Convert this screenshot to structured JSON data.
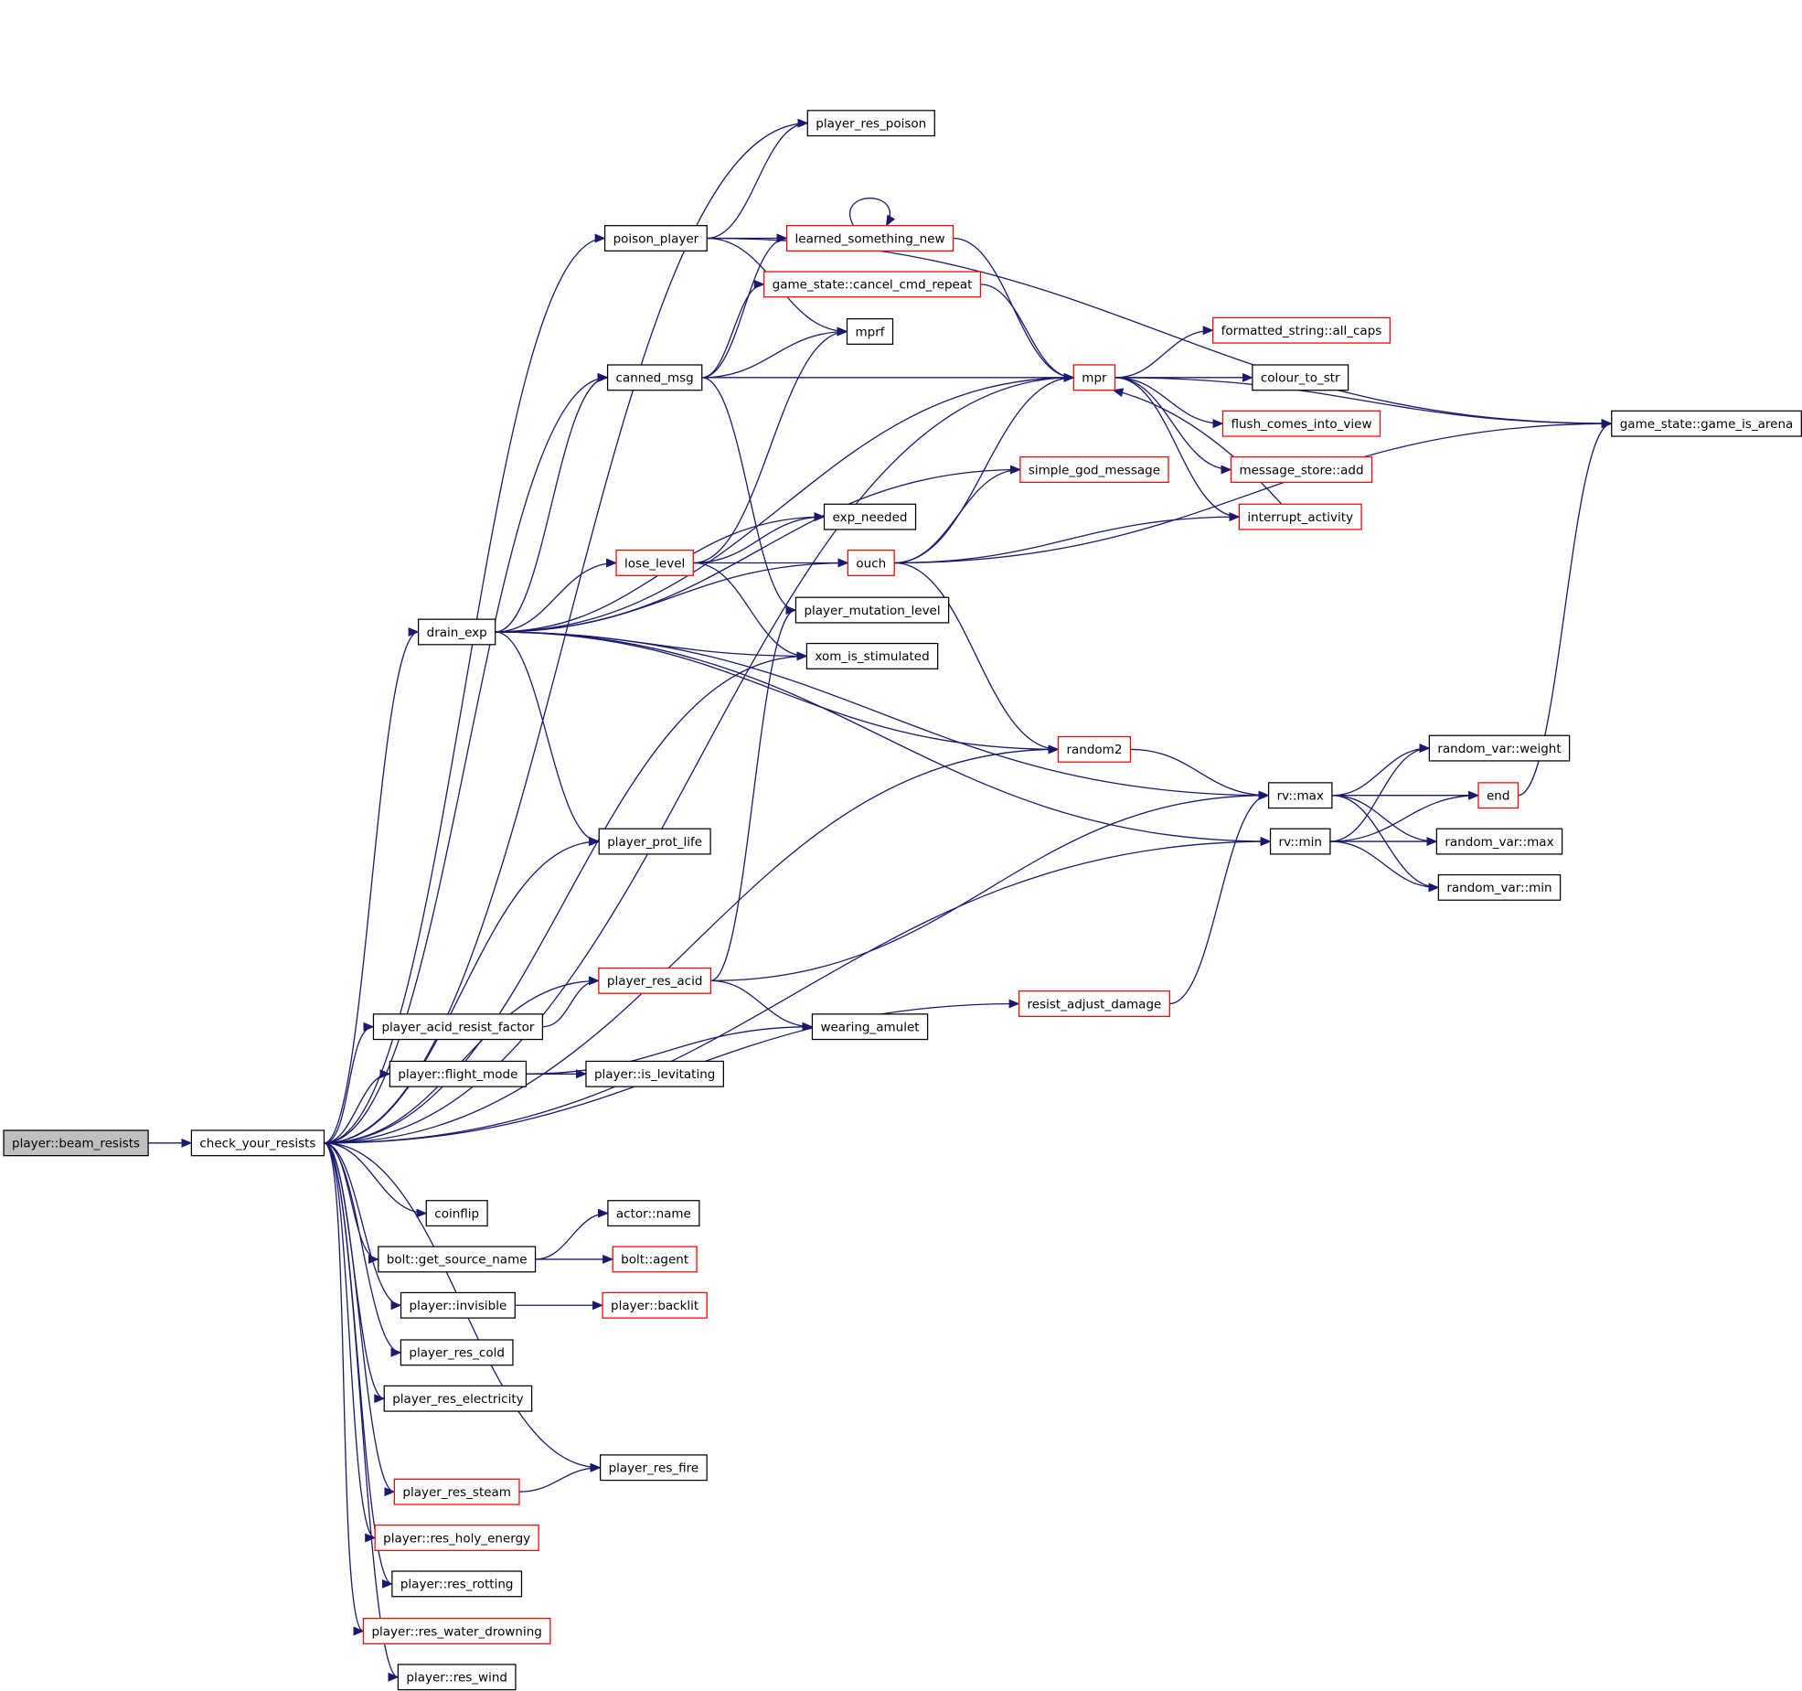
{
  "graph": {
    "type": "call-graph",
    "colors": {
      "edge": "#191970",
      "node_border": "#000000",
      "truncated_node_border": "#ff0000",
      "root_fill": "#bfbfbf",
      "node_fill": "#ffffff"
    },
    "nodes": [
      {
        "id": "beam_resists",
        "label": "player::beam_resists",
        "root": true,
        "truncated": false
      },
      {
        "id": "check_your_resists",
        "label": "check_your_resists",
        "truncated": false
      },
      {
        "id": "player_res_poison",
        "label": "player_res_poison",
        "truncated": false
      },
      {
        "id": "poison_player",
        "label": "poison_player",
        "truncated": false
      },
      {
        "id": "learned_something_new",
        "label": "learned_something_new",
        "truncated": true
      },
      {
        "id": "cancel_cmd_repeat",
        "label": "game_state::cancel_cmd_repeat",
        "truncated": true
      },
      {
        "id": "mprf",
        "label": "mprf",
        "truncated": false
      },
      {
        "id": "canned_msg",
        "label": "canned_msg",
        "truncated": false
      },
      {
        "id": "mpr",
        "label": "mpr",
        "truncated": true
      },
      {
        "id": "all_caps",
        "label": "formatted_string::all_caps",
        "truncated": true
      },
      {
        "id": "colour_to_str",
        "label": "colour_to_str",
        "truncated": false
      },
      {
        "id": "flush_comes_into_view",
        "label": "flush_comes_into_view",
        "truncated": true
      },
      {
        "id": "message_store_add",
        "label": "message_store::add",
        "truncated": true
      },
      {
        "id": "game_is_arena",
        "label": "game_state::game_is_arena",
        "truncated": false
      },
      {
        "id": "simple_god_message",
        "label": "simple_god_message",
        "truncated": true
      },
      {
        "id": "exp_needed",
        "label": "exp_needed",
        "truncated": false
      },
      {
        "id": "interrupt_activity",
        "label": "interrupt_activity",
        "truncated": true
      },
      {
        "id": "lose_level",
        "label": "lose_level",
        "truncated": true
      },
      {
        "id": "ouch",
        "label": "ouch",
        "truncated": true
      },
      {
        "id": "drain_exp",
        "label": "drain_exp",
        "truncated": false
      },
      {
        "id": "player_mutation_level",
        "label": "player_mutation_level",
        "truncated": false
      },
      {
        "id": "xom_is_stimulated",
        "label": "xom_is_stimulated",
        "truncated": false
      },
      {
        "id": "random2",
        "label": "random2",
        "truncated": true
      },
      {
        "id": "random_var_weight",
        "label": "random_var::weight",
        "truncated": false
      },
      {
        "id": "rv_max",
        "label": "rv::max",
        "truncated": false
      },
      {
        "id": "end",
        "label": "end",
        "truncated": true
      },
      {
        "id": "player_prot_life",
        "label": "player_prot_life",
        "truncated": false
      },
      {
        "id": "rv_min",
        "label": "rv::min",
        "truncated": false
      },
      {
        "id": "random_var_max",
        "label": "random_var::max",
        "truncated": false
      },
      {
        "id": "random_var_min",
        "label": "random_var::min",
        "truncated": false
      },
      {
        "id": "player_res_acid",
        "label": "player_res_acid",
        "truncated": true
      },
      {
        "id": "resist_adjust_damage",
        "label": "resist_adjust_damage",
        "truncated": true
      },
      {
        "id": "player_acid_resist_factor",
        "label": "player_acid_resist_factor",
        "truncated": false
      },
      {
        "id": "wearing_amulet",
        "label": "wearing_amulet",
        "truncated": false
      },
      {
        "id": "flight_mode",
        "label": "player::flight_mode",
        "truncated": false
      },
      {
        "id": "is_levitating",
        "label": "player::is_levitating",
        "truncated": false
      },
      {
        "id": "coinflip",
        "label": "coinflip",
        "truncated": false
      },
      {
        "id": "actor_name",
        "label": "actor::name",
        "truncated": false
      },
      {
        "id": "get_source_name",
        "label": "bolt::get_source_name",
        "truncated": false
      },
      {
        "id": "bolt_agent",
        "label": "bolt::agent",
        "truncated": true
      },
      {
        "id": "invisible",
        "label": "player::invisible",
        "truncated": false
      },
      {
        "id": "backlit",
        "label": "player::backlit",
        "truncated": true
      },
      {
        "id": "player_res_cold",
        "label": "player_res_cold",
        "truncated": false
      },
      {
        "id": "player_res_electricity",
        "label": "player_res_electricity",
        "truncated": false
      },
      {
        "id": "player_res_fire",
        "label": "player_res_fire",
        "truncated": false
      },
      {
        "id": "player_res_steam",
        "label": "player_res_steam",
        "truncated": true
      },
      {
        "id": "res_holy_energy",
        "label": "player::res_holy_energy",
        "truncated": true
      },
      {
        "id": "res_rotting",
        "label": "player::res_rotting",
        "truncated": false
      },
      {
        "id": "res_water_drowning",
        "label": "player::res_water_drowning",
        "truncated": true
      },
      {
        "id": "res_wind",
        "label": "player::res_wind",
        "truncated": false
      }
    ],
    "edges": [
      [
        "beam_resists",
        "check_your_resists"
      ],
      [
        "check_your_resists",
        "player_res_poison"
      ],
      [
        "check_your_resists",
        "poison_player"
      ],
      [
        "check_your_resists",
        "mpr"
      ],
      [
        "check_your_resists",
        "canned_msg"
      ],
      [
        "check_your_resists",
        "drain_exp"
      ],
      [
        "check_your_resists",
        "player_prot_life"
      ],
      [
        "check_your_resists",
        "xom_is_stimulated"
      ],
      [
        "check_your_resists",
        "random2"
      ],
      [
        "check_your_resists",
        "player_res_acid"
      ],
      [
        "check_your_resists",
        "player_acid_resist_factor"
      ],
      [
        "check_your_resists",
        "flight_mode"
      ],
      [
        "check_your_resists",
        "resist_adjust_damage"
      ],
      [
        "check_your_resists",
        "rv_min"
      ],
      [
        "check_your_resists",
        "coinflip"
      ],
      [
        "check_your_resists",
        "get_source_name"
      ],
      [
        "check_your_resists",
        "invisible"
      ],
      [
        "check_your_resists",
        "player_res_cold"
      ],
      [
        "check_your_resists",
        "player_res_electricity"
      ],
      [
        "check_your_resists",
        "player_res_fire"
      ],
      [
        "check_your_resists",
        "player_res_steam"
      ],
      [
        "check_your_resists",
        "res_holy_energy"
      ],
      [
        "check_your_resists",
        "res_rotting"
      ],
      [
        "check_your_resists",
        "res_water_drowning"
      ],
      [
        "check_your_resists",
        "res_wind"
      ],
      [
        "poison_player",
        "player_res_poison"
      ],
      [
        "poison_player",
        "learned_something_new"
      ],
      [
        "poison_player",
        "mprf"
      ],
      [
        "poison_player",
        "game_is_arena"
      ],
      [
        "learned_something_new",
        "learned_something_new"
      ],
      [
        "learned_something_new",
        "mpr"
      ],
      [
        "cancel_cmd_repeat",
        "mpr"
      ],
      [
        "canned_msg",
        "learned_something_new"
      ],
      [
        "canned_msg",
        "cancel_cmd_repeat"
      ],
      [
        "canned_msg",
        "mprf"
      ],
      [
        "canned_msg",
        "mpr"
      ],
      [
        "canned_msg",
        "player_mutation_level"
      ],
      [
        "mpr",
        "all_caps"
      ],
      [
        "mpr",
        "colour_to_str"
      ],
      [
        "mpr",
        "flush_comes_into_view"
      ],
      [
        "mpr",
        "message_store_add"
      ],
      [
        "mpr",
        "game_is_arena"
      ],
      [
        "mpr",
        "interrupt_activity"
      ],
      [
        "interrupt_activity",
        "mpr"
      ],
      [
        "drain_exp",
        "canned_msg"
      ],
      [
        "drain_exp",
        "mpr"
      ],
      [
        "drain_exp",
        "simple_god_message"
      ],
      [
        "drain_exp",
        "exp_needed"
      ],
      [
        "drain_exp",
        "lose_level"
      ],
      [
        "drain_exp",
        "ouch"
      ],
      [
        "drain_exp",
        "xom_is_stimulated"
      ],
      [
        "drain_exp",
        "random2"
      ],
      [
        "drain_exp",
        "rv_max"
      ],
      [
        "drain_exp",
        "rv_min"
      ],
      [
        "drain_exp",
        "player_prot_life"
      ],
      [
        "lose_level",
        "mprf"
      ],
      [
        "lose_level",
        "exp_needed"
      ],
      [
        "lose_level",
        "ouch"
      ],
      [
        "lose_level",
        "xom_is_stimulated"
      ],
      [
        "ouch",
        "mpr"
      ],
      [
        "ouch",
        "simple_god_message"
      ],
      [
        "ouch",
        "interrupt_activity"
      ],
      [
        "ouch",
        "game_is_arena"
      ],
      [
        "ouch",
        "random2"
      ],
      [
        "random2",
        "rv_max"
      ],
      [
        "rv_max",
        "random_var_weight"
      ],
      [
        "rv_max",
        "end"
      ],
      [
        "rv_max",
        "random_var_max"
      ],
      [
        "rv_max",
        "random_var_min"
      ],
      [
        "rv_min",
        "random_var_weight"
      ],
      [
        "rv_min",
        "end"
      ],
      [
        "rv_min",
        "random_var_max"
      ],
      [
        "rv_min",
        "random_var_min"
      ],
      [
        "end",
        "game_is_arena"
      ],
      [
        "player_res_acid",
        "player_mutation_level"
      ],
      [
        "player_res_acid",
        "rv_max"
      ],
      [
        "player_res_acid",
        "wearing_amulet"
      ],
      [
        "player_acid_resist_factor",
        "player_res_acid"
      ],
      [
        "flight_mode",
        "wearing_amulet"
      ],
      [
        "flight_mode",
        "is_levitating"
      ],
      [
        "resist_adjust_damage",
        "rv_max"
      ],
      [
        "get_source_name",
        "actor_name"
      ],
      [
        "get_source_name",
        "bolt_agent"
      ],
      [
        "invisible",
        "backlit"
      ],
      [
        "player_res_steam",
        "player_res_fire"
      ]
    ]
  }
}
